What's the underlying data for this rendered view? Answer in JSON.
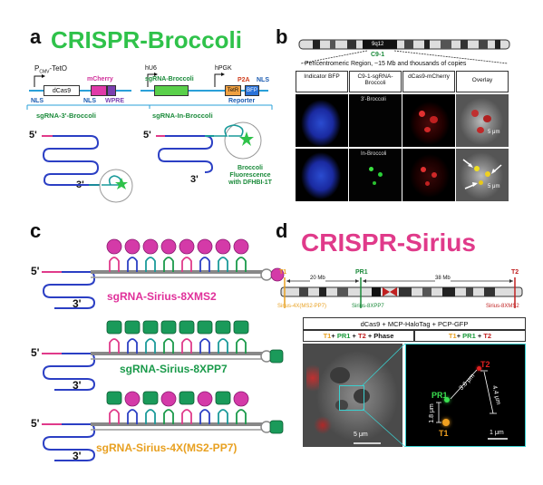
{
  "panels": {
    "a": {
      "letter": "a",
      "title": "CRISPR-Broccoli",
      "title_color": "#2fc24a",
      "promoter1": "P",
      "promoter1_sub": "CMV",
      "promoter1_suffix": "-TetO",
      "gene_dcas9": "dCas9",
      "gene_mcherry": "mCherry",
      "nls_left": "NLS",
      "nls_mid": "NLS",
      "wpre": "WPRE",
      "hu6": "hU6",
      "sgrna_broccoli": "sgRNA-Broccoli",
      "hpgk": "hPGK",
      "p2a": "P2A",
      "nls_right": "NLS",
      "tetr": "TetR",
      "bfp": "BFP",
      "reporter": "Reporter",
      "variant_3": "sgRNA-3'-Broccoli",
      "variant_in": "sgRNA-In-Broccoli",
      "five_prime": "5'",
      "three_prime": "3'",
      "fluor_text": [
        "Broccoli",
        "Fluorescence",
        "with DFHBI-1T"
      ]
    },
    "b": {
      "letter": "b",
      "band": "9q12",
      "locus": "C9-1",
      "region_text": "Pericentromeric Region, ~15 Mb and thousands of copies",
      "col_headers": [
        "Indicator BFP",
        "C9-1-sgRNA-Broccoli",
        "dCas9-mCherry",
        "Overlay"
      ],
      "row1_label": "3'-Broccoli",
      "row2_label": "In-Broccoli",
      "scale1": "5 μm",
      "scale2": "5 μm"
    },
    "c": {
      "letter": "c",
      "constructs": [
        {
          "name": "sgRNA-Sirius-8XMS2",
          "color": "#e0309a"
        },
        {
          "name": "sgRNA-Sirius-8XPP7",
          "color": "#1a9a4a"
        },
        {
          "name": "sgRNA-Sirius-4X(MS2-PP7)",
          "color": "#e8a020"
        }
      ],
      "five_prime": "5'",
      "three_prime": "3'"
    },
    "d": {
      "letter": "d",
      "title": "CRISPR-Sirius",
      "title_color": "#e03a8a",
      "t1": "T1",
      "pr1": "PR1",
      "t2": "T2",
      "dist1": "20 Mb",
      "dist2": "38 Mb",
      "lab_t1": "Sirius-4X(MS2-PP7)",
      "lab_pr1": "Sirius-8XPP7",
      "lab_t2": "Sirius-8XMS2",
      "construct_line": "dCas9 + MCP-HaloTag + PCP-GFP",
      "left_caption": {
        "t1": "T1",
        "plus1": "+ ",
        "pr1": "PR1",
        "plus2": " + ",
        "t2": "T2",
        "rest": " + Phase"
      },
      "right_caption": {
        "t1": "T1",
        "plus1": "+ ",
        "pr1": "PR1",
        "plus2": " + ",
        "t2": "T2"
      },
      "meas_a": "3.6 μm",
      "meas_b": "4.4 μm",
      "meas_c": "1.8 μm",
      "scale_left": "5 μm",
      "scale_right": "1 μm"
    }
  },
  "colors": {
    "green": "#2fc24a",
    "pink": "#e03a8a",
    "blue_rna": "#2b3fc4",
    "orange": "#e8a020",
    "red": "#d12a2a"
  }
}
